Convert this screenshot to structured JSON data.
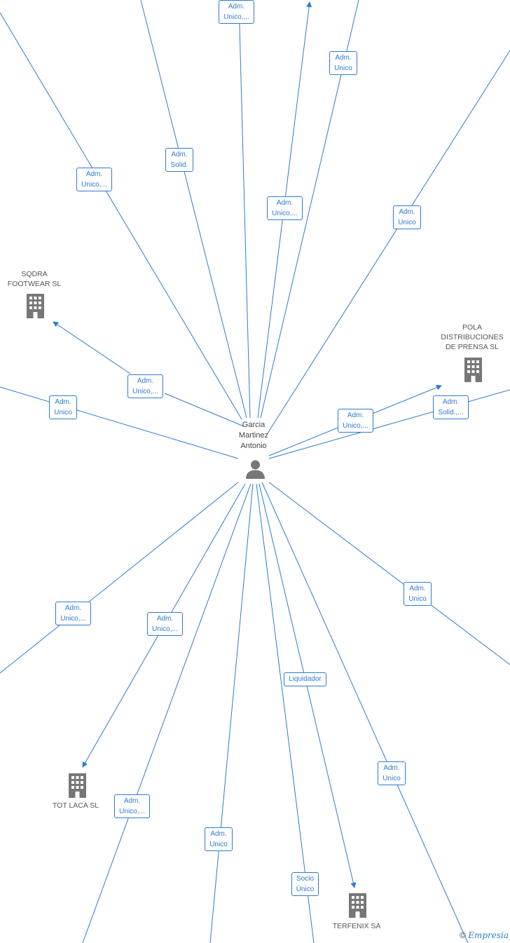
{
  "center": {
    "lines": [
      "Garcia",
      "Martinez",
      "Antonio"
    ]
  },
  "companies": {
    "sqdra": [
      "SQDRA",
      "FOOTWEAR  SL"
    ],
    "pola": [
      "POLA",
      "DISTRIBUCIONES",
      "DE PRENSA  SL"
    ],
    "totlaca": [
      "TOT LACA SL"
    ],
    "terfenix": [
      "TERFENIX SA"
    ]
  },
  "edge_labels": [
    [
      "Adm.",
      "Unico,..."
    ],
    [
      "Adm.",
      "Unico"
    ],
    [
      "Adm.",
      "Solid."
    ],
    [
      "Adm.",
      "Unico,..."
    ],
    [
      "Adm.",
      "Unico,..."
    ],
    [
      "Adm.",
      "Unico"
    ],
    [
      "Adm.",
      "Unico,..."
    ],
    [
      "Adm.",
      "Unico"
    ],
    [
      "Adm.",
      "Unico,..."
    ],
    [
      "Adm.",
      "Solid.,..."
    ],
    [
      "Adm.",
      "Unico"
    ],
    [
      "Adm.",
      "Unico,..."
    ],
    [
      "Adm.",
      "Unico,..."
    ],
    [
      "Liquidador"
    ],
    [
      "Adm.",
      "Unico"
    ],
    [
      "Adm.",
      "Unico,..."
    ],
    [
      "Adm.",
      "Unico"
    ],
    [
      "Socio",
      "Único"
    ]
  ],
  "footer": {
    "copyright": "©",
    "brand": "Empresia"
  },
  "colors": {
    "edge": "#2f7ad1",
    "node_icon": "#777777"
  }
}
